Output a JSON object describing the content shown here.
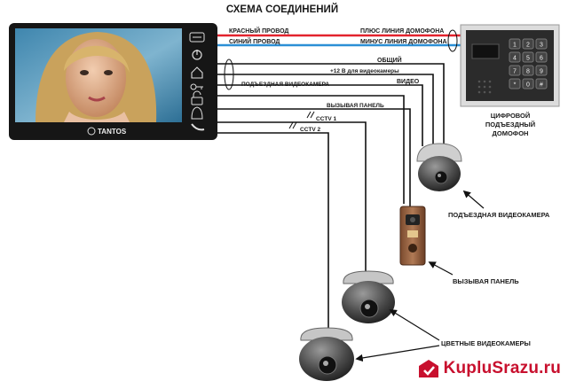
{
  "title": "СХЕМА СОЕДИНЕНИЙ",
  "monitor": {
    "brand": "TANTOS",
    "buttons": [
      "menu-icon",
      "power-icon",
      "home-icon",
      "key-icon",
      "unlock-icon",
      "bell-icon",
      "handset-icon"
    ]
  },
  "wires": {
    "red": "КРАСНЫЙ ПРОВОД",
    "blue": "СИНИЙ ПРОВОД",
    "plus_line": "ПЛЮС ЛИНИЯ ДОМОФОНА",
    "minus_line": "МИНУС ЛИНИЯ ДОМОФОНА",
    "common": "ОБЩИЙ",
    "power12": "+12 В для видеокамеры",
    "entrance_cam": "ПОДЪЕЗДНАЯ ВИДЕОКАМЕРА",
    "video": "ВИДЕО",
    "call_panel": "ВЫЗЫВАЯ ПАНЕЛЬ",
    "cctv1": "CCTV 1",
    "cctv2": "CCTV 2"
  },
  "intercom": {
    "title_line1": "ЦИФРОВОЙ",
    "title_line2": "ПОДЪЕЗДНЫЙ",
    "title_line3": "ДОМОФОН",
    "keys": [
      "1",
      "2",
      "3",
      "4",
      "5",
      "6",
      "7",
      "8",
      "9",
      "*",
      "0",
      "#"
    ]
  },
  "callouts": {
    "entrance_camera": "ПОДЪЕЗДНАЯ ВИДЕОКАМЕРА",
    "call_panel": "ВЫЗЫВАЯ ПАНЕЛЬ",
    "color_cameras": "ЦВЕТНЫЕ ВИДЕОКАМЕРЫ"
  },
  "watermark": {
    "text": "KupluSrazu.ru"
  },
  "colors": {
    "red_wire": "#e3232d",
    "blue_wire": "#2b8fd6",
    "watermark": "#c8102e"
  }
}
